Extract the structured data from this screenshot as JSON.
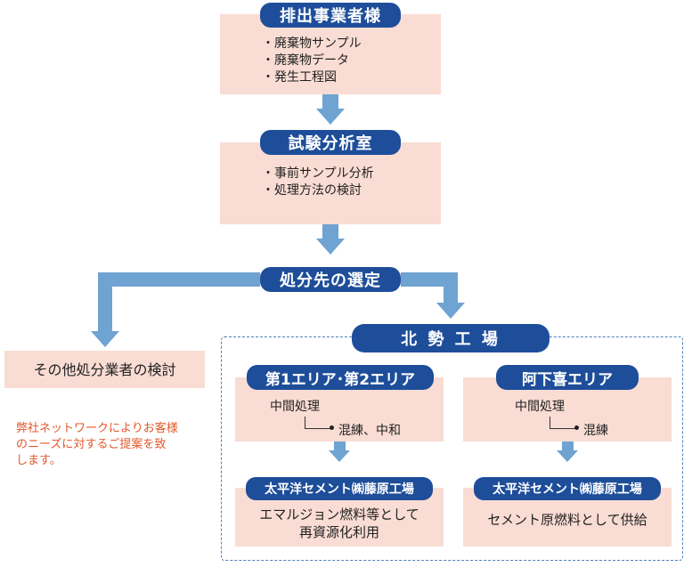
{
  "discharger": {
    "title": "排出事業者様",
    "items": [
      "廃棄物サンプル",
      "廃棄物データ",
      "発生工程図"
    ]
  },
  "lab": {
    "title": "試験分析室",
    "items": [
      "事前サンプル分析",
      "処理方法の検討"
    ]
  },
  "selection": {
    "title": "処分先の選定"
  },
  "other": {
    "label": "その他処分業者の検討",
    "note": [
      "弊社ネットワークによりお客様",
      "のニーズに対するご提案を致",
      "します。"
    ]
  },
  "plant": {
    "title": "北 勢 工 場",
    "area1": {
      "title": "第1エリア･第2エリア",
      "process": "中間処理",
      "detail": "混練、中和",
      "partner": "太平洋セメント㈱藤原工場",
      "use": [
        "エマルジョン燃料等として",
        "再資源化利用"
      ]
    },
    "area2": {
      "title": "阿下喜エリア",
      "process": "中間処理",
      "detail": "混練",
      "partner": "太平洋セメント㈱藤原工場",
      "use": [
        "セメント原燃料として供給"
      ]
    }
  },
  "colors": {
    "navy": "#1e4e9a",
    "pink": "#f9dcd3",
    "arrow": "#6fa3d2",
    "note": "#e2582a"
  }
}
